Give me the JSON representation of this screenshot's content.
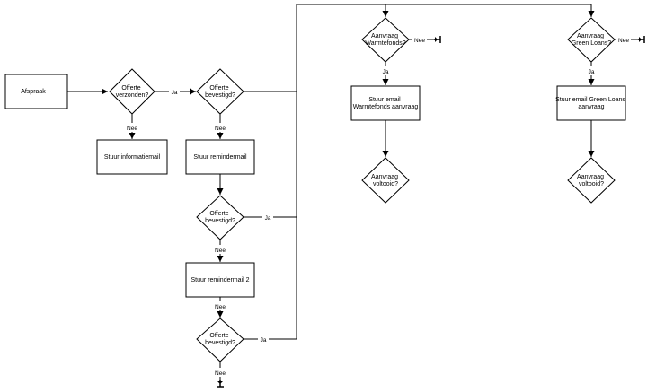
{
  "nodes": {
    "afspraak": "Afspraak",
    "offerte_verzonden": [
      "Offerte",
      "verzonden?"
    ],
    "offerte_bevestigd_1": [
      "Offerte",
      "bevestigd?"
    ],
    "stuur_informatiemail": "Stuur informatiemail",
    "stuur_remindermail": "Stuur remindermail",
    "offerte_bevestigd_2": [
      "Offerte",
      "bevestigd?"
    ],
    "stuur_remindermail_2": "Stuur remindermail 2",
    "offerte_bevestigd_3": [
      "Offerte",
      "bevestigd?"
    ],
    "aanvraag_warmtefonds": [
      "Aanvraag",
      "Warmtefonds?"
    ],
    "stuur_email_warmtefonds": [
      "Stuur email",
      "Warmtefonds aanvraag"
    ],
    "aanvraag_voltooid_1": [
      "Aanvraag",
      "voltooid?"
    ],
    "aanvraag_green_loans": [
      "Aanvraag",
      "Green Loans?"
    ],
    "stuur_email_green_loans": [
      "Stuur email Green Loans",
      "aanvraag"
    ],
    "aanvraag_voltooid_2": [
      "Aanvraag",
      "voltooid?"
    ]
  },
  "edge_labels": {
    "ja_verzonden": "Ja",
    "nee_verzonden": "Nee",
    "nee_bevestigd_1": "Nee",
    "ja_bevestigd_2": "Ja",
    "nee_bevestigd_2": "Nee",
    "nee_bevestigd_3": "Nee",
    "ja_bevestigd_3": "Ja",
    "nee_warmtefonds": "Nee",
    "ja_warmtefonds": "Ja",
    "nee_green_loans": "Nee",
    "ja_green_loans": "Ja"
  }
}
